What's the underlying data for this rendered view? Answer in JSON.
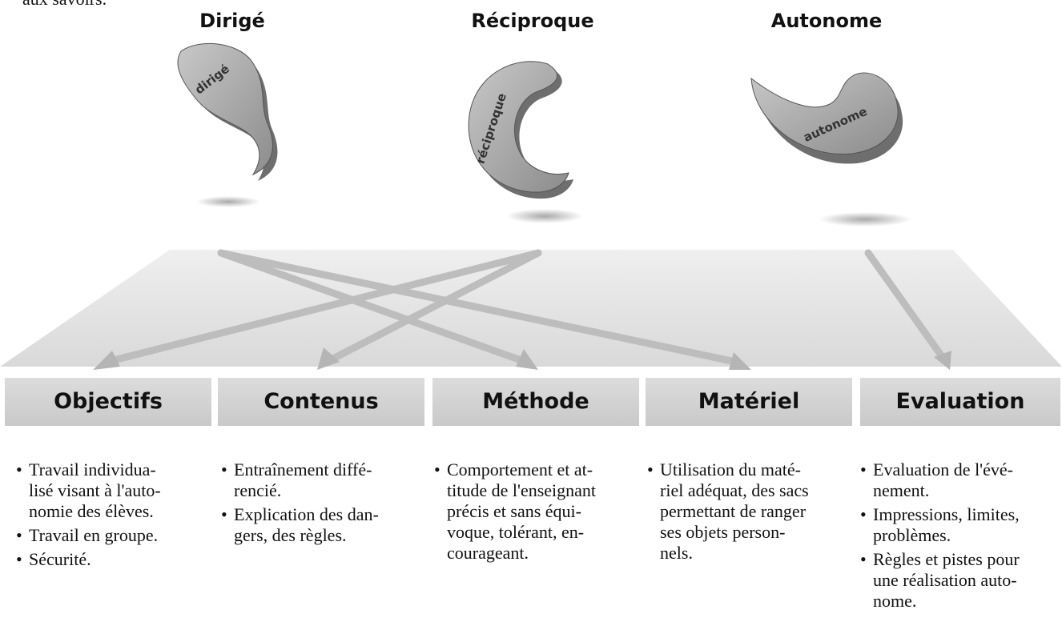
{
  "top_fragment": "aux savoirs.",
  "headings": {
    "dirige": "Dirigé",
    "reciproque": "Réciproque",
    "autonome": "Autonome"
  },
  "shapes": {
    "dirige": "dirigé",
    "reciproque": "réciproque",
    "autonome": "autonome"
  },
  "bars": [
    "Objectifs",
    "Contenus",
    "Méthode",
    "Matériel",
    "Evaluation"
  ],
  "columns": {
    "objectifs": [
      "Travail individua-\nlisé visant à l'auto-\nnomie des élèves.",
      "Travail en groupe.",
      "Sécurité."
    ],
    "contenus": [
      "Entraînement diffé-\nrencié.",
      "Explication des dan-\ngers, des règles."
    ],
    "methode": [
      "Comportement et at-\ntitude de l'enseignant\nprécis et sans équi-\nvoque, tolérant, en-\ncourageant."
    ],
    "materiel": [
      "Utilisation du maté-\nriel adéquat, des sacs\npermettant de ranger\nses objets person-\nnels."
    ],
    "evaluation": [
      "Evaluation de l'évé-\nnement.",
      "Impressions, limites,\nproblèmes.",
      "Règles et pistes pour\nune réalisation auto-\nnome."
    ]
  },
  "colors": {
    "bar": "#d2d2d2",
    "floor": "#e6e6e6",
    "arrow": "#bdbdbd",
    "shape": "#9a9a9a"
  }
}
